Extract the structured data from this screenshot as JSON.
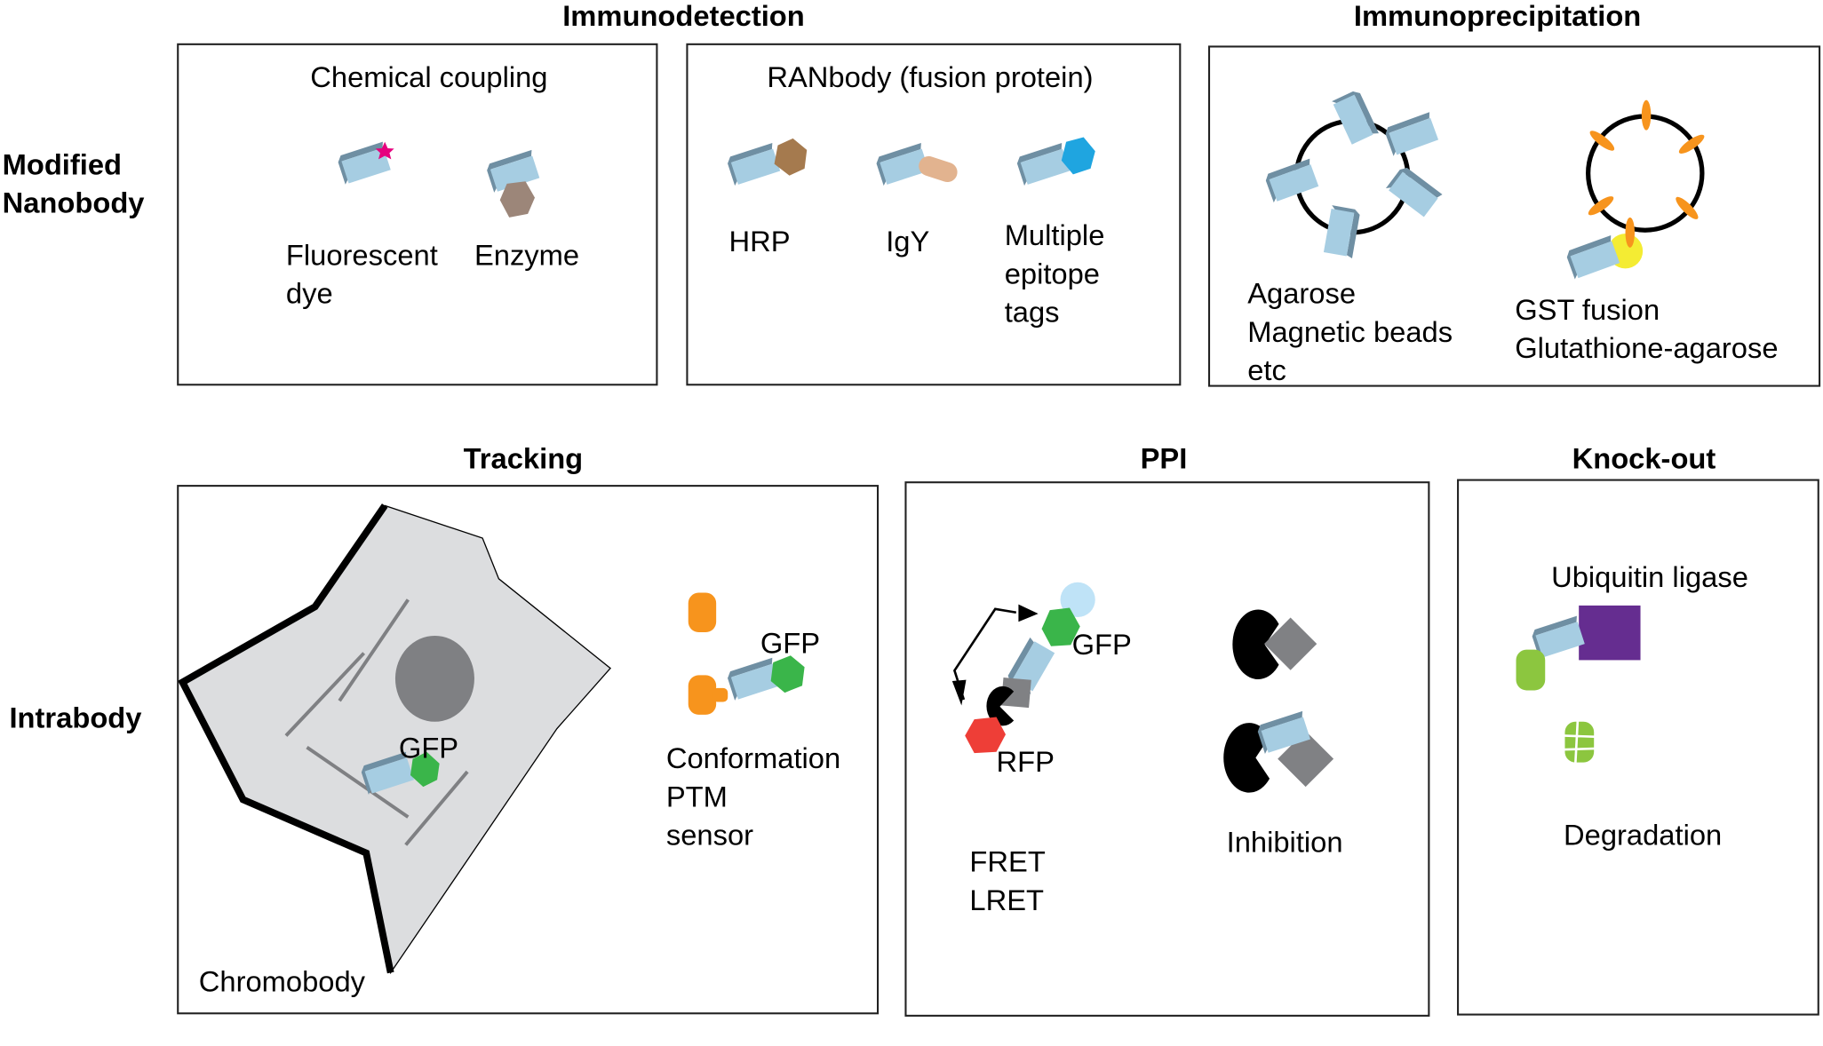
{
  "colors": {
    "nanobody": "#a6cde2",
    "nanobody_shade": "#6f8fa3",
    "dye_star": "#e6007e",
    "enzyme": "#9c8679",
    "hrp": "#a57a4e",
    "igy": "#e2b38f",
    "epitope_tag": "#1fa5e0",
    "bead_ring": "#000000",
    "gst_petal": "#f7941d",
    "gst_fusion": "#f4ec33",
    "cell_fill": "#dcdddf",
    "nucleus": "#7f8083",
    "gfp": "#3ab54a",
    "sensor_orange": "#f7941d",
    "rfp": "#ee3e37",
    "cfp_light": "#bfe3f7",
    "target_gray": "#808184",
    "ubiquitin_ligase": "#652d90",
    "target_green": "#8cc63f"
  },
  "row_labels": {
    "modified_nanobody": [
      "Modified",
      "Nanobody"
    ],
    "intrabody": "Intrabody"
  },
  "sections": {
    "immunodetection": {
      "title": "Immunodetection",
      "chemical_coupling": {
        "title": "Chemical coupling",
        "items": [
          {
            "label_lines": [
              "Fluorescent",
              "dye"
            ],
            "icon": "star-dye-icon"
          },
          {
            "label_lines": [
              "Enzyme"
            ],
            "icon": "enzyme-hexagon-icon"
          }
        ]
      },
      "ranbody": {
        "title": "RANbody (fusion protein)",
        "items": [
          {
            "label_lines": [
              "HRP"
            ],
            "icon": "hrp-hexagon-icon"
          },
          {
            "label_lines": [
              "IgY"
            ],
            "icon": "igy-capsule-icon"
          },
          {
            "label_lines": [
              "Multiple",
              "epitope",
              "tags"
            ],
            "icon": "epitope-hexagon-icon"
          }
        ]
      }
    },
    "immunoprecipitation": {
      "title": "Immunoprecipitation",
      "items": [
        {
          "label_lines": [
            "Agarose",
            "Magnetic beads",
            "etc"
          ],
          "icon": "bead-with-nanobodies-icon"
        },
        {
          "label_lines": [
            "GST fusion",
            "Glutathione-agarose"
          ],
          "icon": "glutathione-bead-icon"
        }
      ]
    },
    "tracking": {
      "title": "Tracking",
      "chromobody_label": "Chromobody",
      "cell_gfp_label": "GFP",
      "sensor_gfp_label": "GFP",
      "sensor_label_lines": [
        "Conformation",
        "PTM",
        "sensor"
      ]
    },
    "ppi": {
      "title": "PPI",
      "gfp_label": "GFP",
      "rfp_label": "RFP",
      "fret_label_lines": [
        "FRET",
        "LRET"
      ],
      "inhibition_label": "Inhibition"
    },
    "knockout": {
      "title": "Knock-out",
      "ligase_label": "Ubiquitin ligase",
      "degradation_label": "Degradation"
    }
  }
}
